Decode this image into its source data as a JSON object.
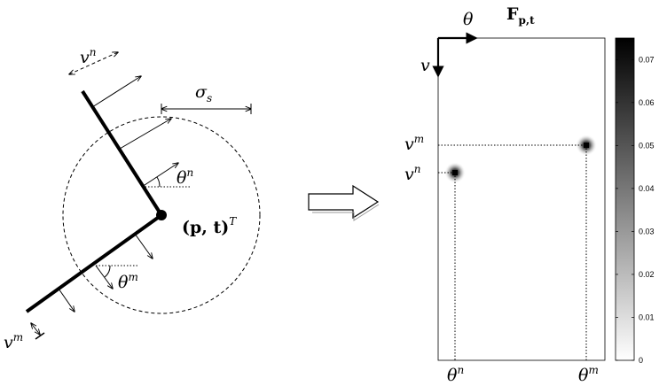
{
  "left_diagram": {
    "vn_label": "v",
    "vn_sup": "n",
    "sigma_label": "σ",
    "sigma_sub": "s",
    "theta_n_label": "θ",
    "theta_n_sup": "n",
    "point_label": "(p, t)",
    "point_sup": "T",
    "theta_m_label": "θ",
    "theta_m_sup": "m",
    "vm_label": "v",
    "vm_sup": "m"
  },
  "arrow": {
    "icon": "right-arrow-icon"
  },
  "right_panel": {
    "title_main": "F",
    "title_sub": "p,t",
    "axis_h_label": "θ",
    "axis_v_label": "v",
    "vm_label": "v",
    "vm_sup": "m",
    "vn_label": "v",
    "vn_sup": "n",
    "theta_n_label": "θ",
    "theta_n_sup": "n",
    "theta_m_label": "θ",
    "theta_m_sup": "m"
  },
  "colorbar": {
    "ticks": [
      "0.07",
      "0.06",
      "0.05",
      "0.04",
      "0.03",
      "0.02",
      "0.01",
      "0"
    ],
    "min": 0,
    "max": 0.075,
    "colors": {
      "high": "#000000",
      "low": "#ffffff"
    }
  }
}
